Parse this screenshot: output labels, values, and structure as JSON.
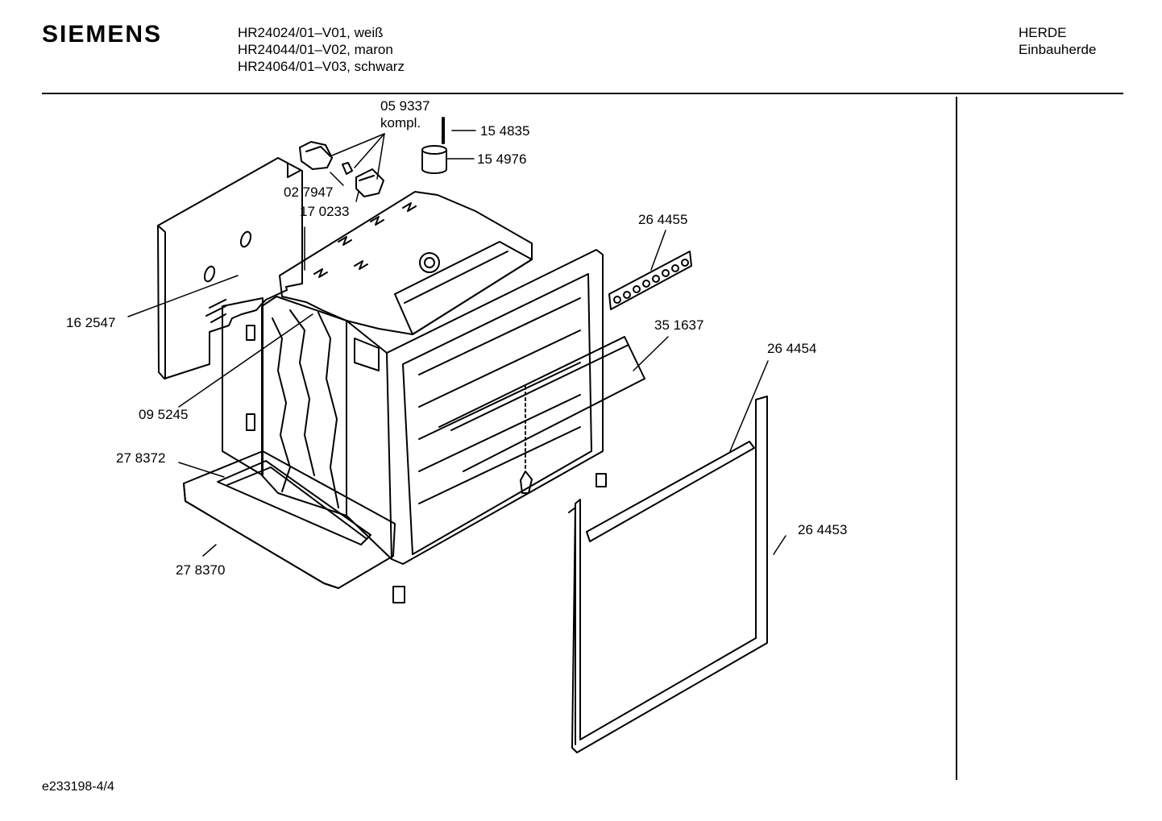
{
  "header": {
    "brand": "SIEMENS",
    "models": [
      "HR24024/01–V01, weiß",
      "HR24044/01–V02, maron",
      "HR24064/01–V03, schwarz"
    ],
    "category": "HERDE",
    "subcategory": "Einbauherde"
  },
  "parts": {
    "p059337": "05 9337",
    "p059337_note": "kompl.",
    "p154835": "15 4835",
    "p154976": "15 4976",
    "p027947": "02 7947",
    "p170233": "17 0233",
    "p264455": "26 4455",
    "p162547": "16 2547",
    "p351637": "35 1637",
    "p264454": "26 4454",
    "p095245": "09 5245",
    "p278372": "27 8372",
    "p264453": "26 4453",
    "p278370": "27 8370"
  },
  "footer": {
    "drawing_id": "e233198-4/4"
  }
}
